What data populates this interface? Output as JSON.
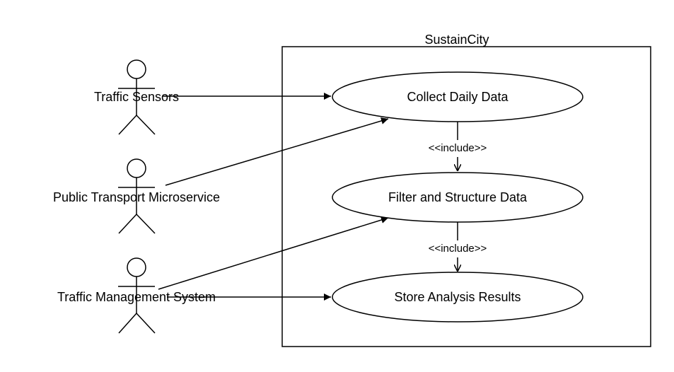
{
  "system": {
    "title": "SustainCity"
  },
  "actors": [
    {
      "id": "traffic-sensors",
      "label": "Traffic Sensors"
    },
    {
      "id": "public-transport",
      "label": "Public Transport Microservice"
    },
    {
      "id": "traffic-management",
      "label": "Traffic Management System"
    }
  ],
  "use_cases": [
    {
      "id": "collect",
      "label": "Collect Daily Data"
    },
    {
      "id": "filter",
      "label": "Filter and Structure Data"
    },
    {
      "id": "store",
      "label": "Store Analysis Results"
    }
  ],
  "associations": [
    {
      "from": "traffic-sensors",
      "to": "collect"
    },
    {
      "from": "public-transport",
      "to": "collect"
    },
    {
      "from": "traffic-management",
      "to": "filter"
    },
    {
      "from": "traffic-management",
      "to": "store"
    }
  ],
  "includes": [
    {
      "from": "collect",
      "to": "filter",
      "label": "<<include>>"
    },
    {
      "from": "filter",
      "to": "store",
      "label": "<<include>>"
    }
  ],
  "colors": {
    "stroke": "#000000",
    "background": "#ffffff"
  }
}
